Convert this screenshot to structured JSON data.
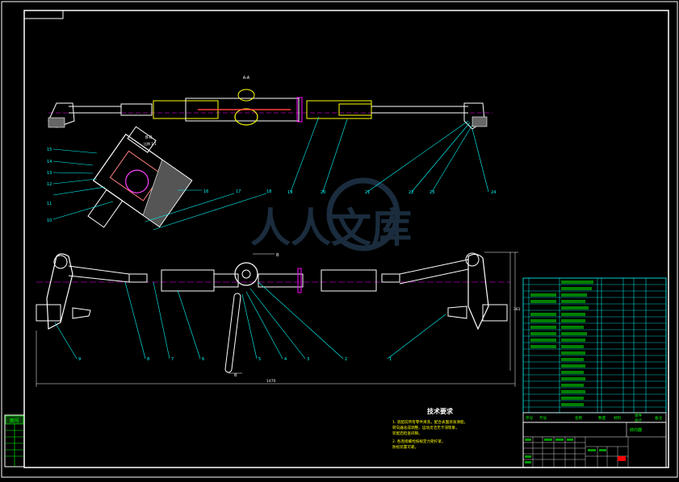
{
  "drawing": {
    "section_label_a": "A-A",
    "section_label_b": "B-B",
    "section_scale_b": "比例 1:1",
    "dimension_total": "1470",
    "dimension_height": "361",
    "view_mark": "B",
    "watermark_text": "人人文库",
    "leaders_top": [
      "15",
      "14",
      "13",
      "12",
      "11",
      "10",
      "16",
      "17",
      "18",
      "19",
      "20",
      "21",
      "22",
      "23",
      "24"
    ],
    "leaders_bottom": [
      "9",
      "8",
      "7",
      "6",
      "5",
      "4",
      "3",
      "2",
      "1"
    ]
  },
  "tech_requirements": {
    "title": "技术要求",
    "lines": [
      "1. 装配前所有零件清洗，配合表面涂润滑脂，",
      "转向器总成调整，运动灵活无卡滞现象，",
      "装配后检查间隙。",
      "2. 各连接螺栓按规定力矩拧紧，",
      "防松装置可靠。"
    ]
  },
  "title_block": {
    "parts_header": [
      "序号",
      "代号",
      "名称",
      "数量",
      "材料",
      "单件",
      "总计",
      "备注"
    ],
    "drawing_name": "转向器"
  },
  "left_strip": {
    "label": "图号"
  }
}
